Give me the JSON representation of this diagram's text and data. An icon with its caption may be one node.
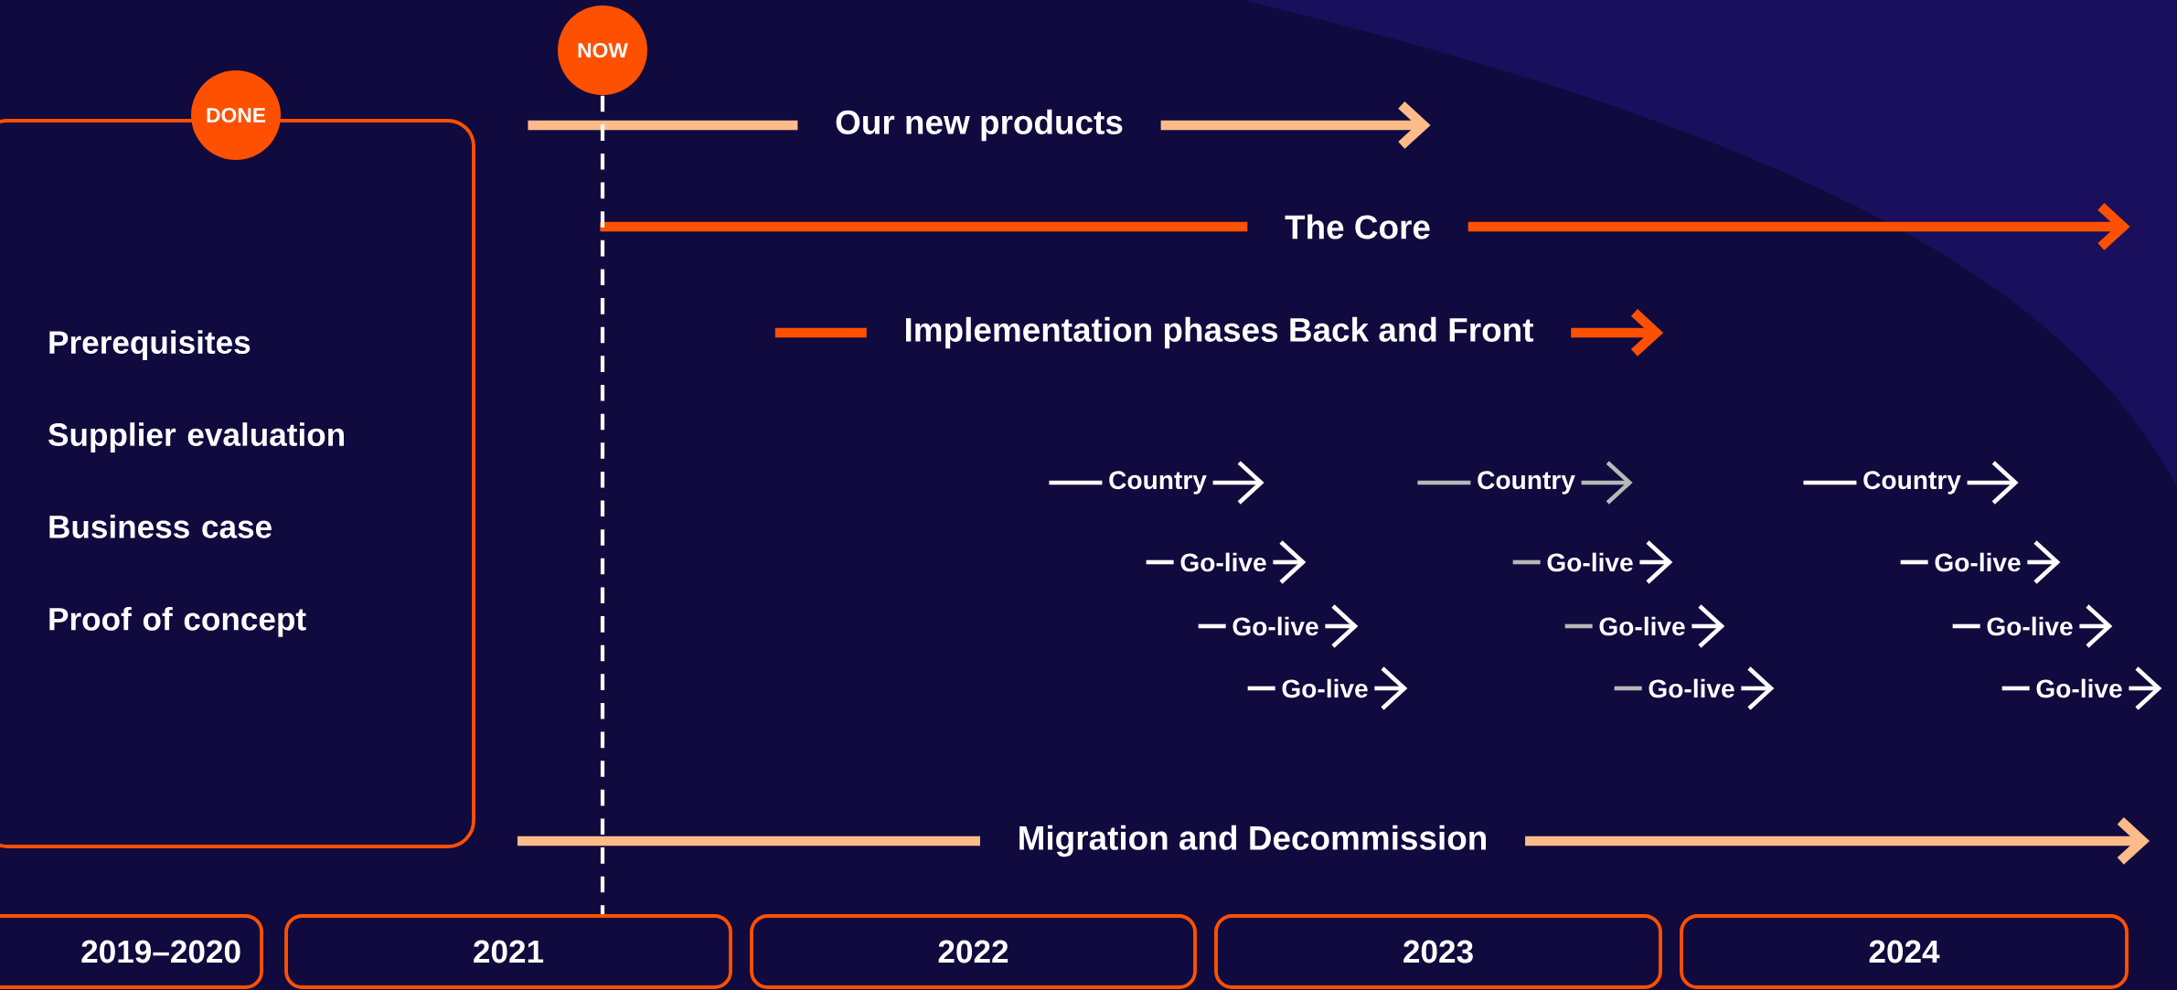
{
  "diagram": {
    "nodes": [
      {
        "text": [
          "Prerequisites",
          "Supplier evaluation",
          "Business case",
          "Proof of concept"
        ]
      },
      {
        "text": [
          "DONE"
        ]
      },
      {
        "text": [
          "NOW"
        ]
      },
      {
        "text": [
          "Our new products"
        ]
      },
      {
        "text": [
          "The Core"
        ]
      },
      {
        "text": [
          "Implementation phases Back and Front"
        ]
      },
      {
        "text": [
          "Country"
        ]
      },
      {
        "text": [
          "Country"
        ]
      },
      {
        "text": [
          "Country"
        ]
      },
      {
        "text": [
          "Go-live"
        ]
      },
      {
        "text": [
          "Go-live"
        ]
      },
      {
        "text": [
          "Go-live"
        ]
      },
      {
        "text": [
          "Go-live"
        ]
      },
      {
        "text": [
          "Go-live"
        ]
      },
      {
        "text": [
          "Go-live"
        ]
      },
      {
        "text": [
          "Go-live"
        ]
      },
      {
        "text": [
          "Go-live"
        ]
      },
      {
        "text": [
          "Go-live"
        ]
      },
      {
        "text": [
          "Migration and Decommission"
        ]
      },
      {
        "text": [
          "2019–2020"
        ]
      },
      {
        "text": [
          "2021"
        ]
      },
      {
        "text": [
          "2022"
        ]
      },
      {
        "text": [
          "2023"
        ]
      },
      {
        "text": [
          "2024"
        ]
      }
    ],
    "edges": [
      {
        "from": null,
        "to": 3,
        "arrow": "none",
        "style": "thick",
        "color": "#ffbb88"
      },
      {
        "from": 3,
        "to": null,
        "arrow": "to",
        "style": "thick",
        "color": "#ffbb88"
      },
      {
        "from": null,
        "to": 4,
        "arrow": "none",
        "style": "thick",
        "color": "#ff5000"
      },
      {
        "from": 4,
        "to": null,
        "arrow": "to",
        "style": "thick",
        "color": "#ff5000"
      },
      {
        "from": null,
        "to": 5,
        "arrow": "none",
        "style": "thick",
        "color": "#ff5000"
      },
      {
        "from": 5,
        "to": null,
        "arrow": "to",
        "style": "thick",
        "color": "#ff5000"
      },
      {
        "from": null,
        "to": 6,
        "arrow": "none"
      },
      {
        "from": 6,
        "to": null,
        "arrow": "to"
      },
      {
        "from": null,
        "to": 7,
        "arrow": "none",
        "color": "#b8b8b8"
      },
      {
        "from": 7,
        "to": null,
        "arrow": "to",
        "color": "#b8b8b8"
      },
      {
        "from": null,
        "to": 8,
        "arrow": "none"
      },
      {
        "from": 8,
        "to": null,
        "arrow": "to"
      },
      {
        "from": null,
        "to": 9,
        "arrow": "none"
      },
      {
        "from": 9,
        "to": null,
        "arrow": "to"
      },
      {
        "from": null,
        "to": 10,
        "arrow": "none",
        "color": "#b8b8b8"
      },
      {
        "from": 10,
        "to": null,
        "arrow": "to"
      },
      {
        "from": null,
        "to": 11,
        "arrow": "none"
      },
      {
        "from": 11,
        "to": null,
        "arrow": "to"
      },
      {
        "from": null,
        "to": 12,
        "arrow": "none"
      },
      {
        "from": 12,
        "to": null,
        "arrow": "to"
      },
      {
        "from": null,
        "to": 13,
        "arrow": "none",
        "color": "#b8b8b8"
      },
      {
        "from": 13,
        "to": null,
        "arrow": "to"
      },
      {
        "from": null,
        "to": 14,
        "arrow": "none"
      },
      {
        "from": 14,
        "to": null,
        "arrow": "to"
      },
      {
        "from": null,
        "to": 15,
        "arrow": "none"
      },
      {
        "from": 15,
        "to": null,
        "arrow": "to"
      },
      {
        "from": null,
        "to": 16,
        "arrow": "none",
        "color": "#b8b8b8"
      },
      {
        "from": 16,
        "to": null,
        "arrow": "to"
      },
      {
        "from": null,
        "to": 17,
        "arrow": "none"
      },
      {
        "from": 17,
        "to": null,
        "arrow": "to"
      },
      {
        "from": null,
        "to": 18,
        "arrow": "none",
        "style": "thick",
        "color": "#ffbb88"
      },
      {
        "from": 18,
        "to": null,
        "arrow": "to",
        "style": "thick",
        "color": "#ffbb88"
      },
      {
        "from": 2,
        "to": 20,
        "arrow": "none",
        "style": "dashed"
      }
    ]
  }
}
